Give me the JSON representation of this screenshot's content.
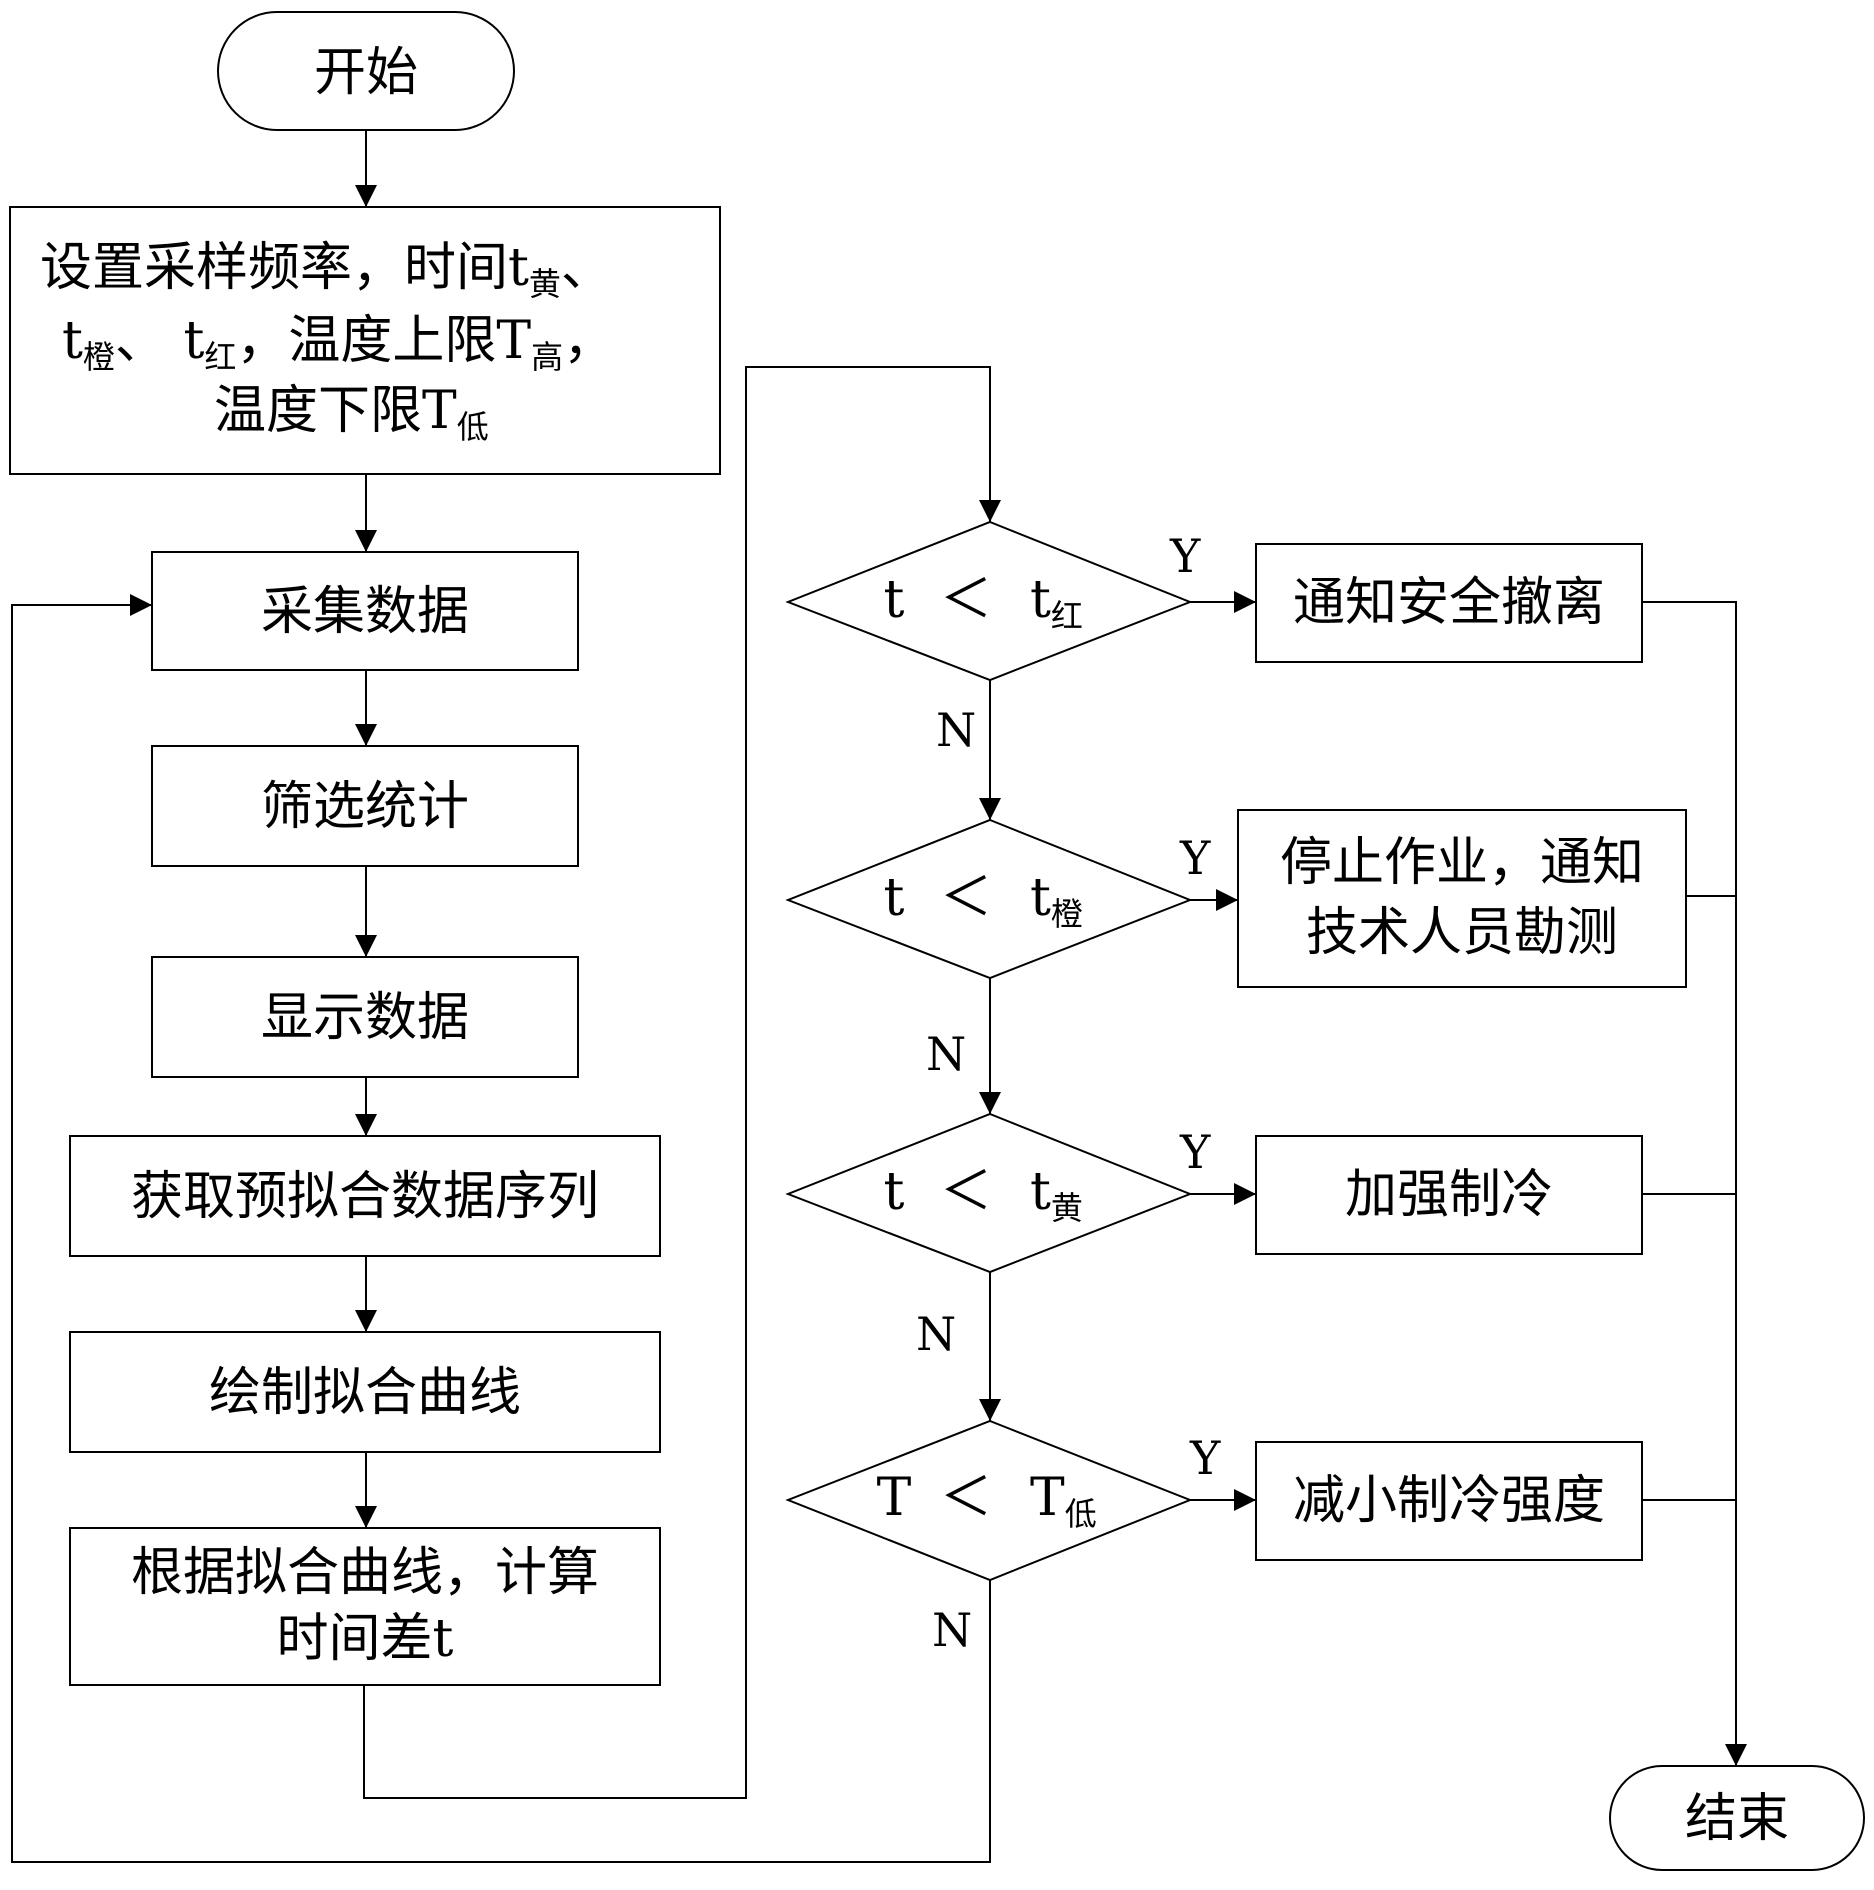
{
  "nodes": {
    "start": "开始",
    "setup": {
      "line1_a": "设置采样频率，时间t",
      "line1_sub": "黄",
      "line1_b": "、",
      "line2_a": "t",
      "line2_sub1": "橙",
      "line2_b": "、 t",
      "line2_sub2": "红",
      "line2_c": "，温度上限T",
      "line2_sub3": "高",
      "line2_d": "，",
      "line3_a": "温度下限T",
      "line3_sub": "低"
    },
    "collect": "采集数据",
    "filter": "筛选统计",
    "display": "显示数据",
    "obtain": "获取预拟合数据序列",
    "draw": "绘制拟合曲线",
    "calc": {
      "line1": "根据拟合曲线，计算",
      "line2": "时间差t"
    },
    "decisions": [
      {
        "lhs": "t",
        "op": "＜",
        "rhs": "t",
        "sub": "红"
      },
      {
        "lhs": "t",
        "op": "＜",
        "rhs": "t",
        "sub": "橙"
      },
      {
        "lhs": "t",
        "op": "＜",
        "rhs": "t",
        "sub": "黄"
      },
      {
        "lhs": "T",
        "op": "＜",
        "rhs": "T",
        "sub": "低"
      }
    ],
    "action_evacuate": "通知安全撤离",
    "action_stop": {
      "line1": "停止作业，通知",
      "line2": "技术人员勘测"
    },
    "action_cool": "加强制冷",
    "action_reduce": "减小制冷强度",
    "end": "结束"
  },
  "labels": {
    "yes": "Y",
    "no": "N"
  }
}
